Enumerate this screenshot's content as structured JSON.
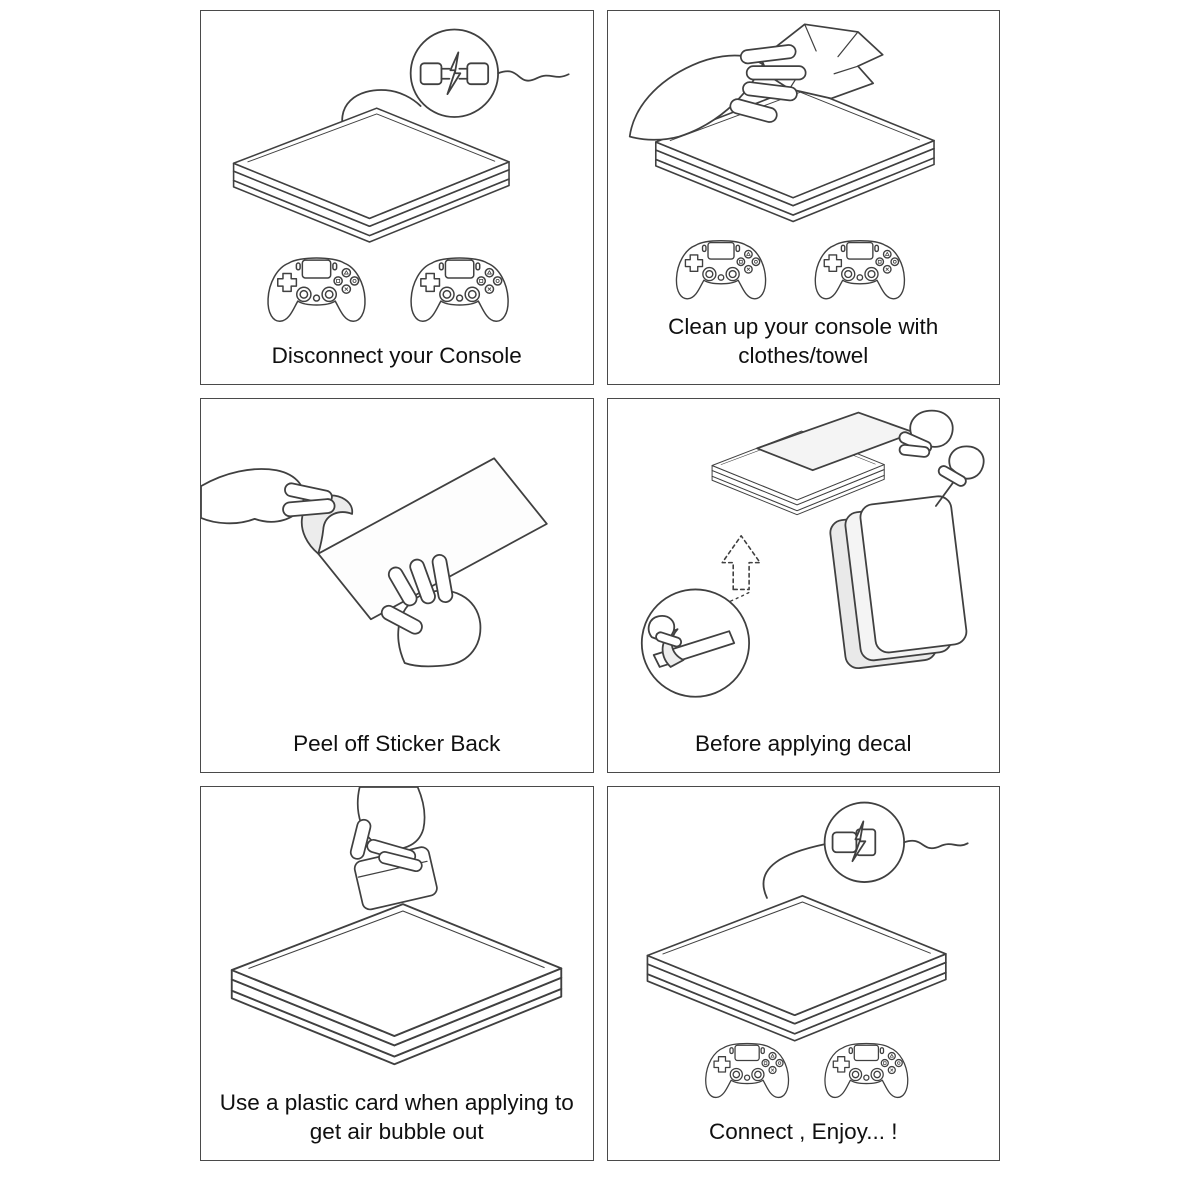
{
  "page": {
    "background": "#ffffff",
    "line_color": "#404040",
    "shade_color": "#ededed"
  },
  "icons": [
    "console-icon",
    "controller-icon",
    "unplug-icon",
    "plug-icon",
    "power-cord",
    "cloth-icon",
    "hand-icon",
    "sticker-sheet-icon",
    "peel-flap-icon",
    "lifted-decal-icon",
    "arrow-up-icon",
    "magnifier-icon",
    "decal-plates-icon",
    "card-icon"
  ],
  "panels": [
    {
      "id": "disconnect",
      "caption": "Disconnect your Console"
    },
    {
      "id": "clean",
      "caption": "Clean up your console with clothes/towel"
    },
    {
      "id": "peel",
      "caption": "Peel off Sticker Back"
    },
    {
      "id": "before-apply",
      "caption": "Before applying decal"
    },
    {
      "id": "card",
      "caption": "Use a plastic card when applying to get air bubble out"
    },
    {
      "id": "connect",
      "caption": "Connect , Enjoy... !"
    }
  ]
}
